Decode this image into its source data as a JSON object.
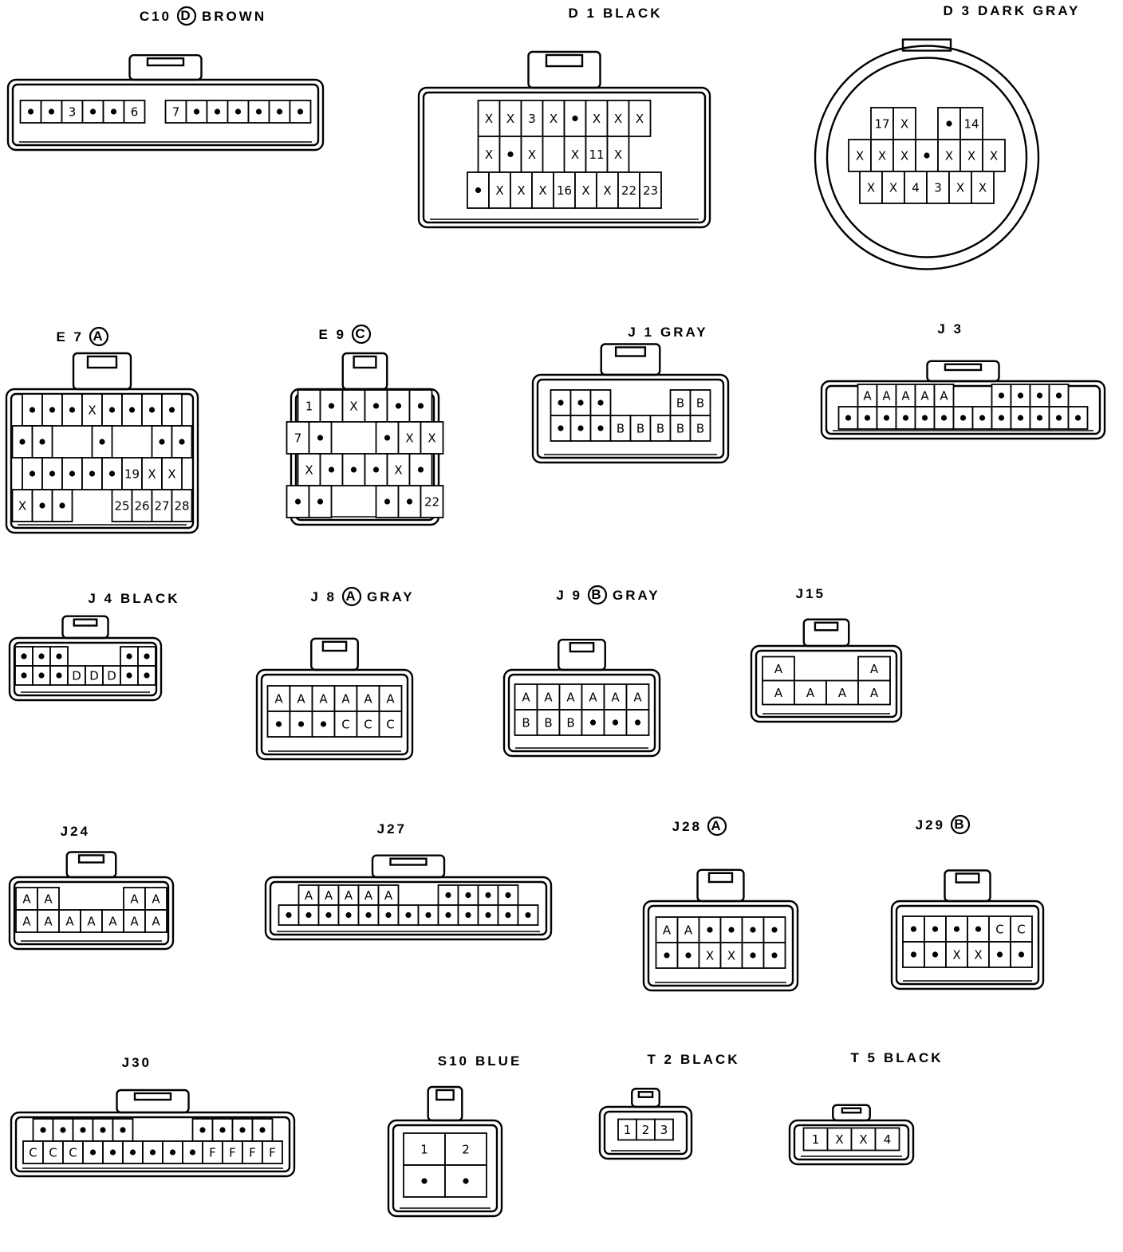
{
  "connectors": [
    {
      "id": "C10",
      "letter": "D",
      "color": "BROWN",
      "shape": "rect",
      "rows": [
        [
          ".",
          ".",
          "3",
          ".",
          ".",
          "6",
          "",
          "7",
          ".",
          ".",
          ".",
          ".",
          ".",
          "."
        ]
      ]
    },
    {
      "id": "D 1",
      "letter": "",
      "color": "BLACK",
      "shape": "rect",
      "rows": [
        [
          "X",
          "X",
          "3",
          "X",
          ".",
          "X",
          "X",
          "X"
        ],
        [
          "X",
          ".",
          "X",
          "",
          "X",
          "11",
          "X",
          ""
        ],
        [
          ".",
          "X",
          "X",
          "X",
          "16",
          "X",
          "X",
          "22",
          "23"
        ]
      ]
    },
    {
      "id": "D 3",
      "letter": "",
      "color": "DARK GRAY",
      "shape": "round",
      "rows": [
        [
          "17",
          "X",
          "",
          ".",
          "14"
        ],
        [
          "X",
          "X",
          "X",
          ".",
          "X",
          "X",
          "X"
        ],
        [
          "X",
          "X",
          "4",
          "3",
          "X",
          "X"
        ]
      ]
    },
    {
      "id": "E 7",
      "letter": "A",
      "color": "",
      "shape": "rect",
      "rows": [
        [
          ".",
          ".",
          ".",
          "X",
          ".",
          ".",
          ".",
          "."
        ],
        [
          ".",
          ".",
          "",
          "",
          ".",
          "",
          "",
          ".",
          "."
        ],
        [
          ".",
          ".",
          ".",
          ".",
          ".",
          "19",
          "X",
          "X"
        ],
        [
          "X",
          ".",
          ".",
          "",
          "",
          "25",
          "26",
          "27",
          "28"
        ]
      ]
    },
    {
      "id": "E 9",
      "letter": "C",
      "color": "",
      "shape": "rect",
      "rows": [
        [
          "1",
          ".",
          "X",
          ".",
          ".",
          "."
        ],
        [
          "7",
          ".",
          "",
          "",
          ".",
          "X",
          "X"
        ],
        [
          "X",
          ".",
          ".",
          ".",
          "X",
          "."
        ],
        [
          ".",
          ".",
          "",
          "",
          ".",
          ".",
          "22"
        ]
      ]
    },
    {
      "id": "J 1",
      "letter": "",
      "color": "GRAY",
      "shape": "rect",
      "rows": [
        [
          ".",
          ".",
          ".",
          "",
          "",
          "",
          "B",
          "B"
        ],
        [
          ".",
          ".",
          ".",
          "B",
          "B",
          "B",
          "B",
          "B"
        ]
      ]
    },
    {
      "id": "J 3",
      "letter": "",
      "color": "",
      "shape": "rect",
      "rows": [
        [
          "A",
          "A",
          "A",
          "A",
          "A",
          "",
          "",
          ".",
          ".",
          ".",
          "."
        ],
        [
          ".",
          ".",
          ".",
          ".",
          ".",
          ".",
          ".",
          ".",
          ".",
          ".",
          ".",
          ".",
          "."
        ]
      ]
    },
    {
      "id": "J 4",
      "letter": "",
      "color": "BLACK",
      "shape": "rect",
      "rows": [
        [
          ".",
          ".",
          ".",
          "",
          "",
          "",
          ".",
          "."
        ],
        [
          ".",
          ".",
          ".",
          "D",
          "D",
          "D",
          ".",
          "."
        ]
      ]
    },
    {
      "id": "J 8",
      "letter": "A",
      "color": "GRAY",
      "shape": "rect",
      "rows": [
        [
          "A",
          "A",
          "A",
          "A",
          "A",
          "A"
        ],
        [
          ".",
          ".",
          ".",
          "C",
          "C",
          "C"
        ]
      ]
    },
    {
      "id": "J 9",
      "letter": "B",
      "color": "GRAY",
      "shape": "rect",
      "rows": [
        [
          "A",
          "A",
          "A",
          "A",
          "A",
          "A"
        ],
        [
          "B",
          "B",
          "B",
          ".",
          ".",
          "."
        ]
      ]
    },
    {
      "id": "J15",
      "letter": "",
      "color": "",
      "shape": "rect",
      "rows": [
        [
          "A",
          "",
          "",
          "A"
        ],
        [
          "A",
          "A",
          "A",
          "A"
        ]
      ]
    },
    {
      "id": "J24",
      "letter": "",
      "color": "",
      "shape": "rect",
      "rows": [
        [
          "A",
          "A",
          "",
          "",
          "",
          "A",
          "A"
        ],
        [
          "A",
          "A",
          "A",
          "A",
          "A",
          "A",
          "A"
        ]
      ]
    },
    {
      "id": "J27",
      "letter": "",
      "color": "",
      "shape": "rect",
      "rows": [
        [
          "A",
          "A",
          "A",
          "A",
          "A",
          "",
          "",
          ".",
          ".",
          ".",
          "."
        ],
        [
          ".",
          ".",
          ".",
          ".",
          ".",
          ".",
          ".",
          ".",
          ".",
          ".",
          ".",
          ".",
          "."
        ]
      ]
    },
    {
      "id": "J28",
      "letter": "A",
      "color": "",
      "shape": "rect",
      "rows": [
        [
          "A",
          "A",
          ".",
          ".",
          ".",
          "."
        ],
        [
          ".",
          ".",
          "X",
          "X",
          ".",
          "."
        ]
      ]
    },
    {
      "id": "J29",
      "letter": "B",
      "color": "",
      "shape": "rect",
      "rows": [
        [
          ".",
          ".",
          ".",
          ".",
          "C",
          "C"
        ],
        [
          ".",
          ".",
          "X",
          "X",
          ".",
          "."
        ]
      ]
    },
    {
      "id": "J30",
      "letter": "",
      "color": "",
      "shape": "rect",
      "rows": [
        [
          ".",
          ".",
          ".",
          ".",
          ".",
          "",
          "",
          "",
          ".",
          ".",
          ".",
          "."
        ],
        [
          "C",
          "C",
          "C",
          ".",
          ".",
          ".",
          ".",
          ".",
          ".",
          "F",
          "F",
          "F",
          "F"
        ]
      ]
    },
    {
      "id": "S10",
      "letter": "",
      "color": "BLUE",
      "shape": "rect",
      "rows": [
        [
          "1",
          "2"
        ],
        [
          ".",
          "."
        ]
      ]
    },
    {
      "id": "T 2",
      "letter": "",
      "color": "BLACK",
      "shape": "rect",
      "rows": [
        [
          "1",
          "2",
          "3"
        ]
      ]
    },
    {
      "id": "T 5",
      "letter": "",
      "color": "BLACK",
      "shape": "rect",
      "rows": [
        [
          "1",
          "X",
          "X",
          "4"
        ]
      ]
    }
  ]
}
